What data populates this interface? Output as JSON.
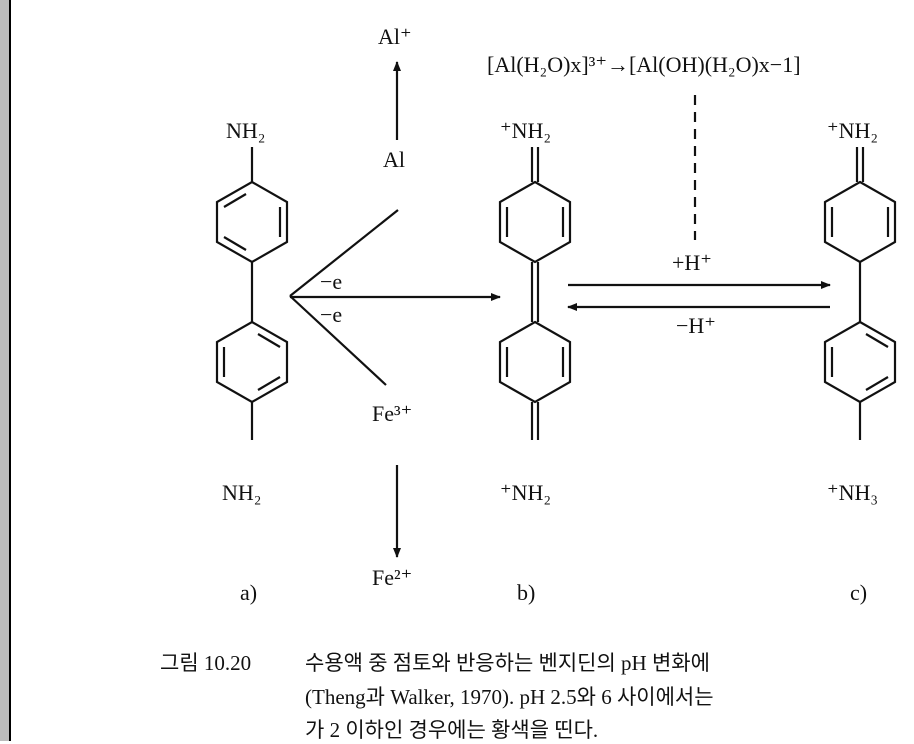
{
  "diagram": {
    "top_left": {
      "al_plus": "Al⁺",
      "al": "Al"
    },
    "equation": "[Al(H₂O)x]³⁺→[Al(OH)(H₂O)x−1]",
    "structure_a": {
      "top": "NH₂",
      "bottom": "NH₂",
      "label": "a)"
    },
    "structure_b": {
      "top": "⁺NH₂",
      "bottom": "⁺NH₂",
      "label": "b)"
    },
    "structure_c": {
      "top": "⁺NH₂",
      "bottom": "⁺NH₃",
      "label": "c)"
    },
    "electron_1": "−e",
    "electron_2": "−e",
    "fe3": "Fe³⁺",
    "fe2": "Fe²⁺",
    "forward": "+H⁺",
    "reverse": "−H⁺"
  },
  "caption": {
    "figure_number": "그림 10.20",
    "line1": "수용액 중 점토와 반응하는 벤지딘의 pH 변화에",
    "line2": "(Theng과 Walker, 1970). pH 2.5와 6 사이에서는",
    "line3": "가 2 이하인 경우에는 황색을 띤다."
  }
}
